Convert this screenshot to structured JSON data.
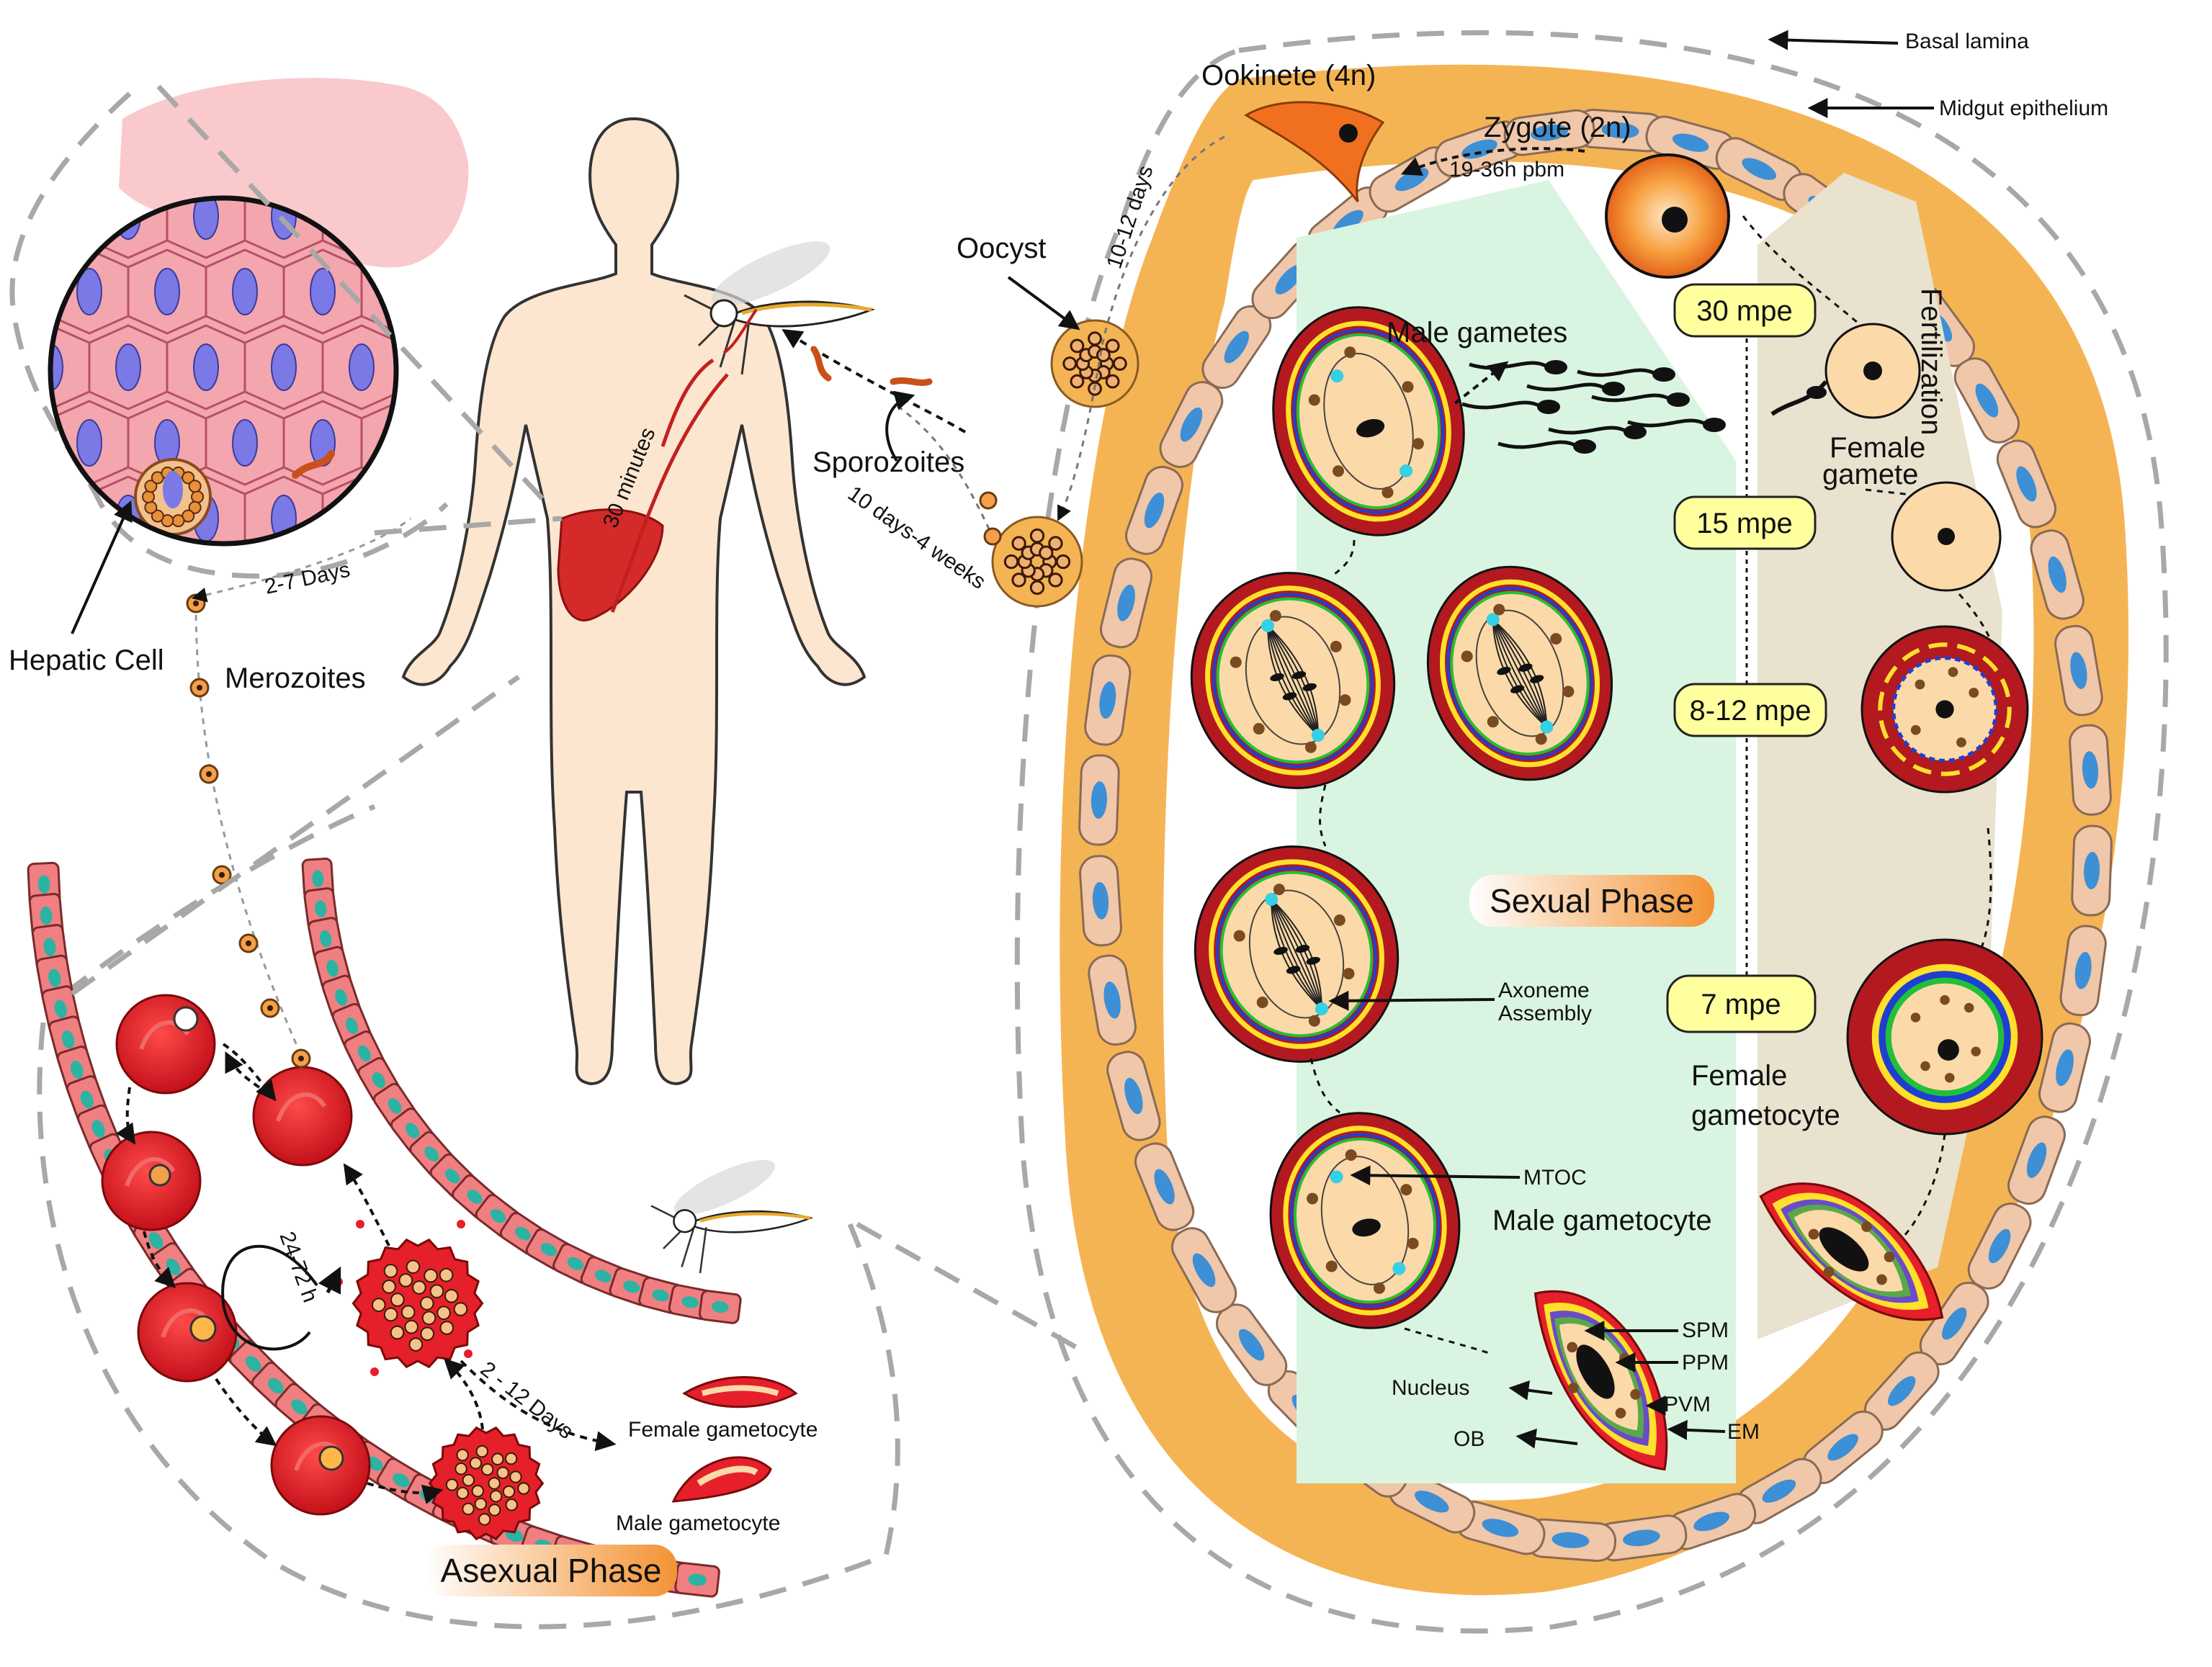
{
  "colors": {
    "gut_wall": "#f5b454",
    "epithelial_cell": "#f0c7a8",
    "epithelial_nucleus": "#3d8fd6",
    "rbc": "#e5202a",
    "gametocyte_outer": "#b3191f",
    "cytoplasm": "#fcd9a8",
    "sexual_phase_bg": "#d9f5e1",
    "female_bg": "#e8e2ce",
    "pill_fill": "#ffff9e",
    "hepatic_cell": "#f3a6ae",
    "hepatic_nucleus": "#7b79e6",
    "blood_vessel_cell": "#f07f82",
    "vessel_nucleus": "#2bb3a3",
    "phase_accent": "#f39233"
  },
  "icons": [
    "liver-icon",
    "human-body-icon",
    "mosquito-icon",
    "red-blood-cell-icon",
    "schizont-icon",
    "oocyst-icon",
    "ookinete-icon",
    "zygote-icon",
    "gamete-icon"
  ],
  "labels": {
    "basal_lamina": "Basal lamina",
    "midgut_epithelium": "Midgut epithelium",
    "ookinete": "Ookinete (4n)",
    "zygote": "Zygote (2n)",
    "zygote_time": "19-36h pbm",
    "oocyst": "Oocyst",
    "oocyst_time": "10-12 days",
    "sporozoites": "Sporozoites",
    "sporozoites_time": "10 days-4 weeks",
    "thirty_minutes": "30 minutes",
    "male_gametes": "Male gametes",
    "fertilization": "Fertilization",
    "female_gamete_1": "Female",
    "female_gamete_2": "gamete",
    "sexual_phase": "Sexual Phase",
    "axoneme_1": "Axoneme",
    "axoneme_2": "Assembly",
    "mtoc": "MTOC",
    "male_gametocyte": "Male gametocyte",
    "female_gametocyte_1": "Female",
    "female_gametocyte_2": "gametocyte",
    "spm": "SPM",
    "ppm": "PPM",
    "pvm": "PVM",
    "em": "EM",
    "nucleus": "Nucleus",
    "ob": "OB",
    "hepatic_cell": "Hepatic Cell",
    "merozoites": "Merozoites",
    "liver_time": "2-7 Days",
    "cycle_time": "24-72 h",
    "gametocyte_time": "2 - 12 Days",
    "small_female_gametocyte": "Female gametocyte",
    "small_male_gametocyte": "Male gametocyte",
    "asexual_phase": "Asexual Phase"
  },
  "time_pills": [
    "30 mpe",
    "15 mpe",
    "8-12 mpe",
    "7 mpe"
  ]
}
